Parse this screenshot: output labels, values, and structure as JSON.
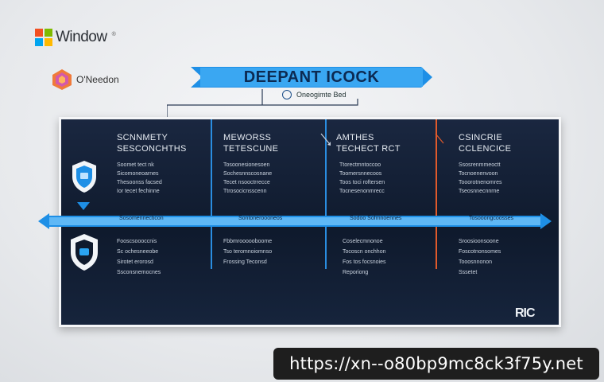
{
  "branding": {
    "windows_text": "Window",
    "o_text": "O'Needon"
  },
  "title": {
    "main": "DEEPANT ICOCK",
    "subtitle": "Oneogimte Bed"
  },
  "columns": [
    {
      "heading_1": "SCNNMETY",
      "heading_2": "SESCONCHTHS",
      "top_lines": [
        "Soomet tect nk",
        "Sicomoneoarnes",
        "Thesoonss facsed",
        "Ior tecet fechinne"
      ],
      "bottom_lines": [
        "Fooscsoooccnis",
        "Sc ochesneeobe",
        "Sirotet erorosd",
        "Ssconsnemocnes"
      ]
    },
    {
      "heading_1": "MEWORSS",
      "heading_2": "TETESCUNE",
      "top_lines": [
        "Tosoonesionesoen",
        "Sochesnnscosnane",
        "Tecet nsooctrrecce",
        "Ttrosocicnsscenn"
      ],
      "bottom_lines": [
        "Fbbmroooooboome",
        "Tso teromnoiomnso",
        "Frossing Teconsd"
      ]
    },
    {
      "heading_1": "AMTHES",
      "heading_2": "TECHECT RCT",
      "top_lines": [
        "Ttorectmntoccoo",
        "Toomersnnecoos",
        "Toos toci roftersen",
        "Tocnesenonmrecc"
      ],
      "bottom_lines": [
        "Coselecmnonoe",
        "Tocoscn onchhon",
        "Fos tos focsnoies",
        "Reporiong"
      ]
    },
    {
      "heading_1": "CSINCRIE",
      "heading_2": "CCLENCICE",
      "top_lines": [
        "Ssosrenmmeoctt",
        "Tocnoenenvoon",
        "Tooorotnenomres",
        "Tseosnnecnnrne"
      ],
      "bottom_lines": [
        "Sroosioonsoone",
        "Foscotnonsomes",
        "Tooosnnonon",
        "Sssetet"
      ]
    }
  ],
  "band_labels": [
    "Sosomennecticon",
    "Sontoneroooneos",
    "Sodoo Sofmnoennes",
    "Tosooongcoosses"
  ],
  "footer_logo": "RIC",
  "watermark_url": "https://xn--o80bp9mc8ck3f75y.net",
  "colors": {
    "accent_blue": "#1e8fe6",
    "panel_dark": "#111c30",
    "accent_orange": "#e05a2b"
  }
}
